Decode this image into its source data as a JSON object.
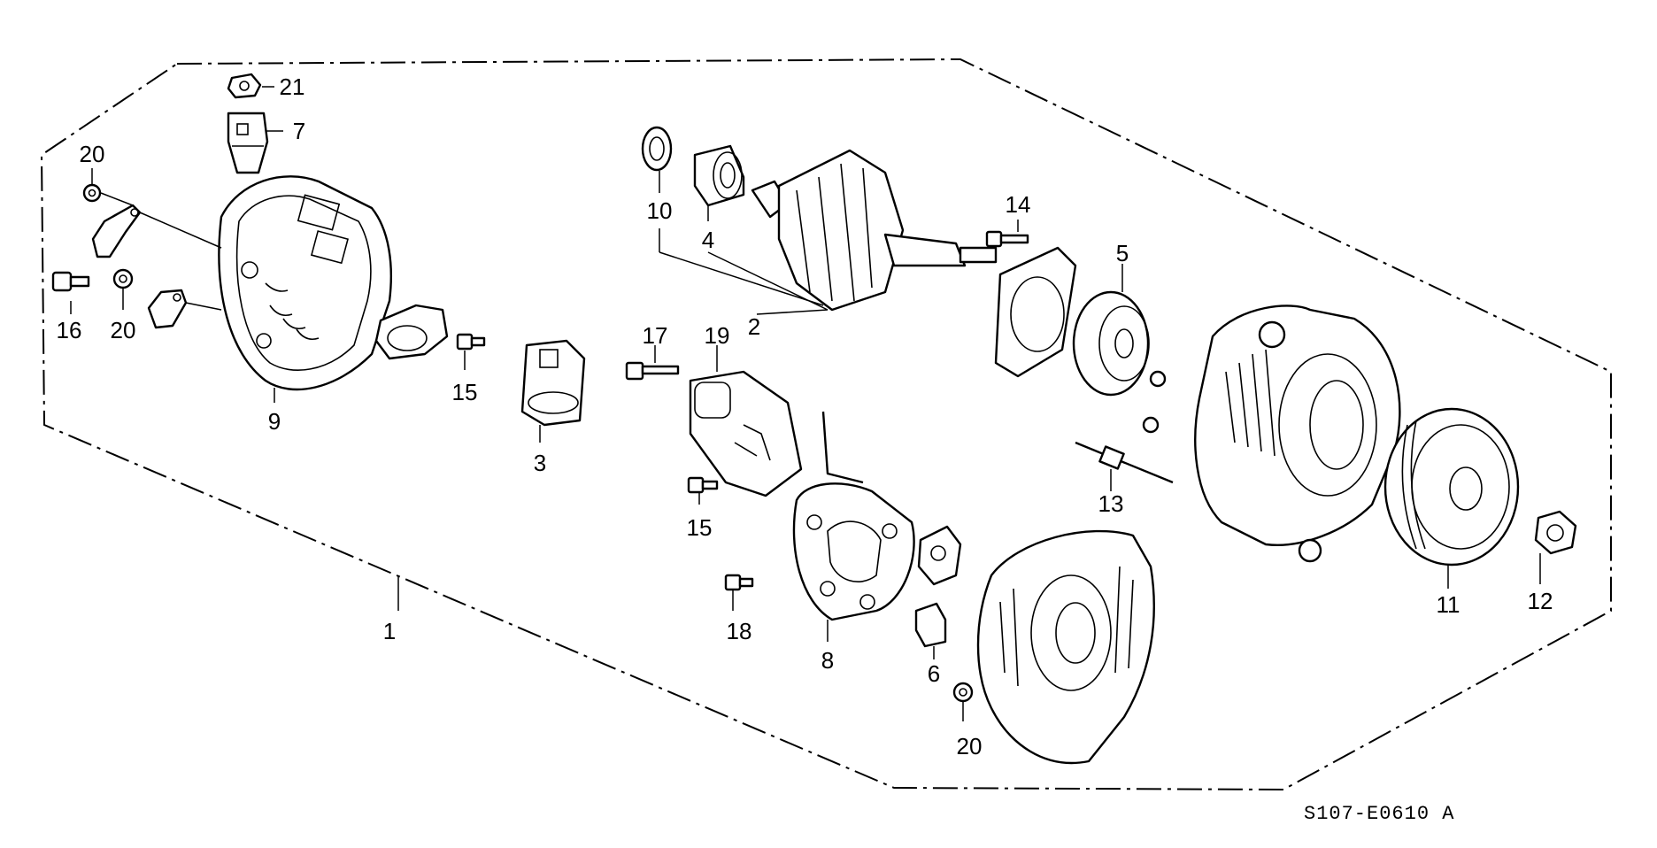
{
  "diagram": {
    "reference_code": "S107-E0610 A",
    "callouts": [
      {
        "id": "c1",
        "text": "1"
      },
      {
        "id": "c2",
        "text": "2"
      },
      {
        "id": "c3",
        "text": "3"
      },
      {
        "id": "c4",
        "text": "4"
      },
      {
        "id": "c5",
        "text": "5"
      },
      {
        "id": "c6",
        "text": "6"
      },
      {
        "id": "c7",
        "text": "7"
      },
      {
        "id": "c8",
        "text": "8"
      },
      {
        "id": "c9",
        "text": "9"
      },
      {
        "id": "c10",
        "text": "10"
      },
      {
        "id": "c11",
        "text": "11"
      },
      {
        "id": "c12",
        "text": "12"
      },
      {
        "id": "c13",
        "text": "13"
      },
      {
        "id": "c14",
        "text": "14"
      },
      {
        "id": "c15a",
        "text": "15"
      },
      {
        "id": "c15b",
        "text": "15"
      },
      {
        "id": "c16",
        "text": "16"
      },
      {
        "id": "c17",
        "text": "17"
      },
      {
        "id": "c18",
        "text": "18"
      },
      {
        "id": "c19",
        "text": "19"
      },
      {
        "id": "c20a",
        "text": "20"
      },
      {
        "id": "c20b",
        "text": "20"
      },
      {
        "id": "c20c",
        "text": "20"
      },
      {
        "id": "c21",
        "text": "21"
      }
    ]
  }
}
